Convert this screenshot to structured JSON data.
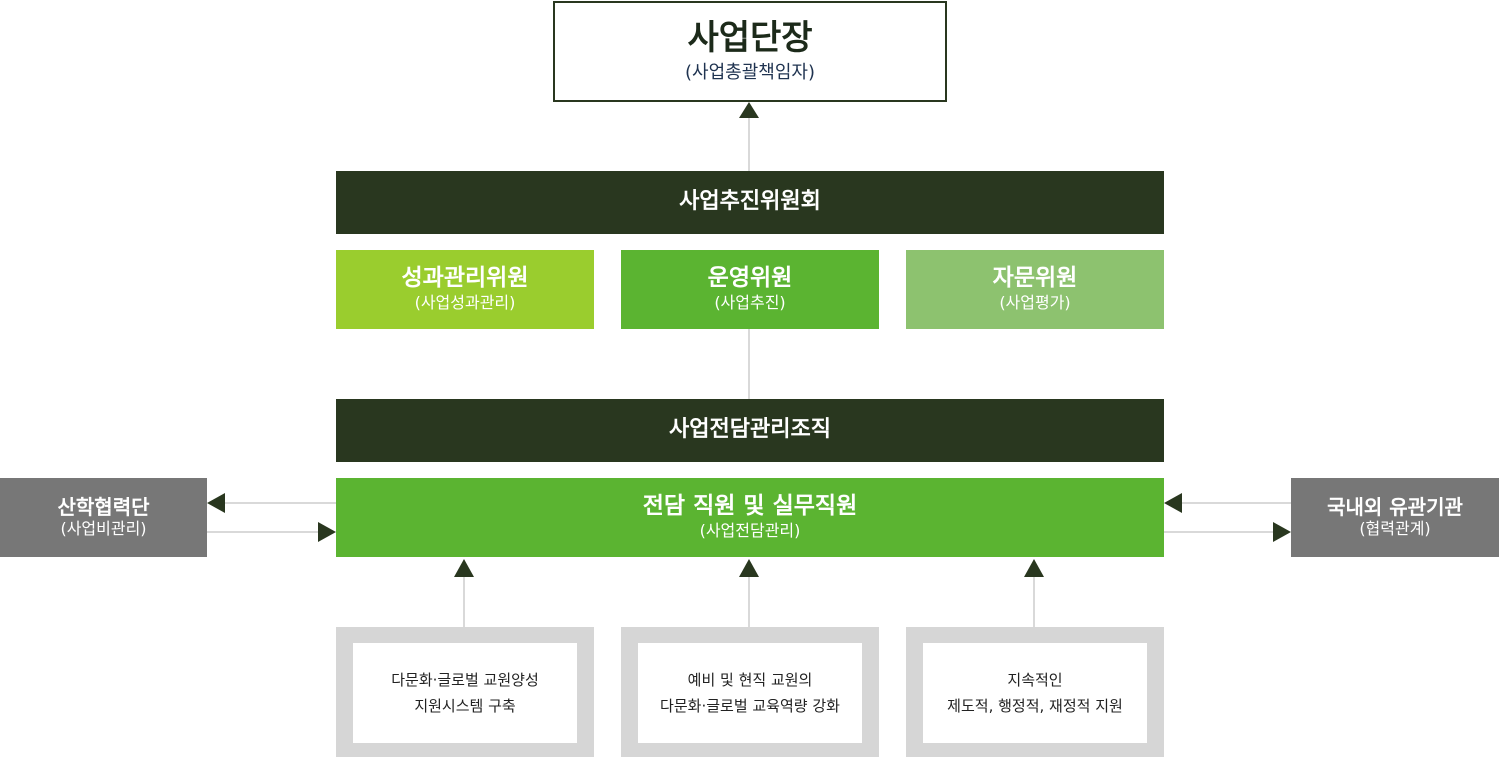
{
  "head": {
    "title": "사업단장",
    "subtitle": "(사업총괄책임자)"
  },
  "committee": {
    "title": "사업추진위원회"
  },
  "subcommittees": [
    {
      "title": "성과관리위원",
      "subtitle": "(사업성과관리)",
      "color": "#9acd2e"
    },
    {
      "title": "운영위원",
      "subtitle": "(사업추진)",
      "color": "#5bb431"
    },
    {
      "title": "자문위원",
      "subtitle": "(사업평가)",
      "color": "#8dc26f"
    }
  ],
  "dedicated_org": {
    "title": "사업전담관리조직"
  },
  "staff": {
    "title": "전담 직원 및 실무직원",
    "subtitle": "(사업전담관리)"
  },
  "left_partner": {
    "title": "산학협력단",
    "subtitle": "(사업비관리)"
  },
  "right_partner": {
    "title": "국내외 유관기관",
    "subtitle": "(협력관계)"
  },
  "goals": [
    {
      "line1": "다문화·글로벌 교원양성",
      "line2": "지원시스템 구축"
    },
    {
      "line1": "예비 및 현직 교원의",
      "line2": "다문화·글로벌 교육역량 강화"
    },
    {
      "line1": "지속적인",
      "line2": "제도적, 행정적, 재정적 지원"
    }
  ]
}
